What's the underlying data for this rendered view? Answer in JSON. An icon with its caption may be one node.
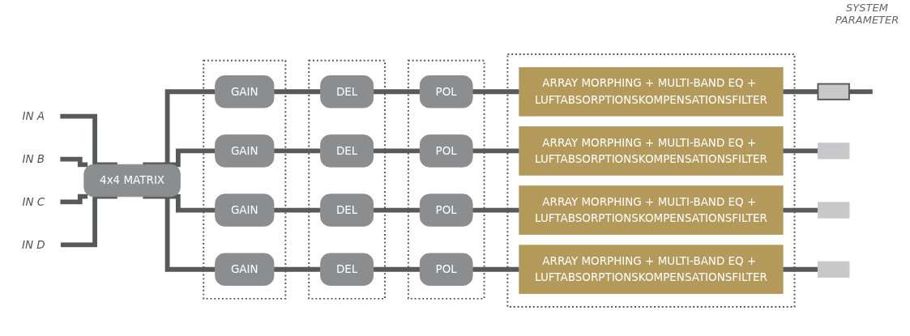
{
  "diagram": {
    "nodes": [
      {
        "text": [
          "IN A"
        ]
      },
      {
        "text": [
          "IN B"
        ]
      },
      {
        "text": [
          "IN C"
        ]
      },
      {
        "text": [
          "IN D"
        ]
      },
      {
        "text": [
          "4x4 MATRIX"
        ]
      },
      {
        "text": [],
        "shape": "box"
      },
      {
        "text": [
          "GAIN"
        ],
        "in": 5
      },
      {
        "text": [
          "GAIN"
        ],
        "in": 5
      },
      {
        "text": [
          "GAIN"
        ],
        "in": 5
      },
      {
        "text": [
          "GAIN"
        ],
        "in": 5
      },
      {
        "text": [],
        "shape": "box"
      },
      {
        "text": [
          "DEL"
        ],
        "in": 10
      },
      {
        "text": [
          "DEL"
        ],
        "in": 10
      },
      {
        "text": [
          "DEL"
        ],
        "in": 10
      },
      {
        "text": [
          "DEL"
        ],
        "in": 10
      },
      {
        "text": [],
        "shape": "box"
      },
      {
        "text": [
          "POL"
        ],
        "in": 15
      },
      {
        "text": [
          "POL"
        ],
        "in": 15
      },
      {
        "text": [
          "POL"
        ],
        "in": 15
      },
      {
        "text": [
          "POL"
        ],
        "in": 15
      },
      {
        "text": [],
        "shape": "box"
      },
      {
        "text": [
          "ARRAY MORPHING + MULTI-BAND EQ + LUFTABSORPTIONSKOMPENSATIONSFILTER"
        ],
        "in": 20
      },
      {
        "text": [
          "ARRAY MORPHING + MULTI-BAND EQ + LUFTABSORPTIONSKOMPENSATIONSFILTER"
        ],
        "in": 20
      },
      {
        "text": [
          "ARRAY MORPHING + MULTI-BAND EQ + LUFTABSORPTIONSKOMPENSATIONSFILTER"
        ],
        "in": 20
      },
      {
        "text": [
          "ARRAY MORPHING + MULTI-BAND EQ + LUFTABSORPTIONSKOMPENSATIONSFILTER"
        ],
        "in": 20
      },
      {
        "text": [],
        "shape": "box"
      },
      {
        "text": [],
        "shape": "box"
      },
      {
        "text": [],
        "shape": "box"
      },
      {
        "text": [],
        "shape": "box"
      }
    ],
    "edges": [
      {
        "from": 0,
        "to": 4,
        "arrow": "none"
      },
      {
        "from": 1,
        "to": 4,
        "arrow": "none"
      },
      {
        "from": 2,
        "to": 4,
        "arrow": "none"
      },
      {
        "from": 3,
        "to": 4,
        "arrow": "none"
      },
      {
        "from": 4,
        "to": 6,
        "arrow": "none"
      },
      {
        "from": 4,
        "to": 7,
        "arrow": "none"
      },
      {
        "from": 4,
        "to": 8,
        "arrow": "none"
      },
      {
        "from": 4,
        "to": 9,
        "arrow": "none"
      },
      {
        "from": 6,
        "to": 11,
        "arrow": "none"
      },
      {
        "from": 7,
        "to": 12,
        "arrow": "none"
      },
      {
        "from": 8,
        "to": 13,
        "arrow": "none"
      },
      {
        "from": 9,
        "to": 14,
        "arrow": "none"
      },
      {
        "from": 11,
        "to": 16,
        "arrow": "none"
      },
      {
        "from": 12,
        "to": 17,
        "arrow": "none"
      },
      {
        "from": 13,
        "to": 18,
        "arrow": "none"
      },
      {
        "from": 14,
        "to": 19,
        "arrow": "none"
      },
      {
        "from": 16,
        "to": 21,
        "arrow": "none"
      },
      {
        "from": 17,
        "to": 22,
        "arrow": "none"
      },
      {
        "from": 18,
        "to": 23,
        "arrow": "none"
      },
      {
        "from": 19,
        "to": 24,
        "arrow": "none"
      },
      {
        "from": 21,
        "to": 25,
        "arrow": "none"
      },
      {
        "from": 22,
        "to": 26,
        "arrow": "none"
      },
      {
        "from": 23,
        "to": 27,
        "arrow": "none"
      },
      {
        "from": 24,
        "to": 28,
        "arrow": "none"
      },
      {
        "from": 25,
        "to": null,
        "arrow": "none"
      }
    ],
    "labels": [
      "SYSTEM PARAMETER"
    ]
  }
}
